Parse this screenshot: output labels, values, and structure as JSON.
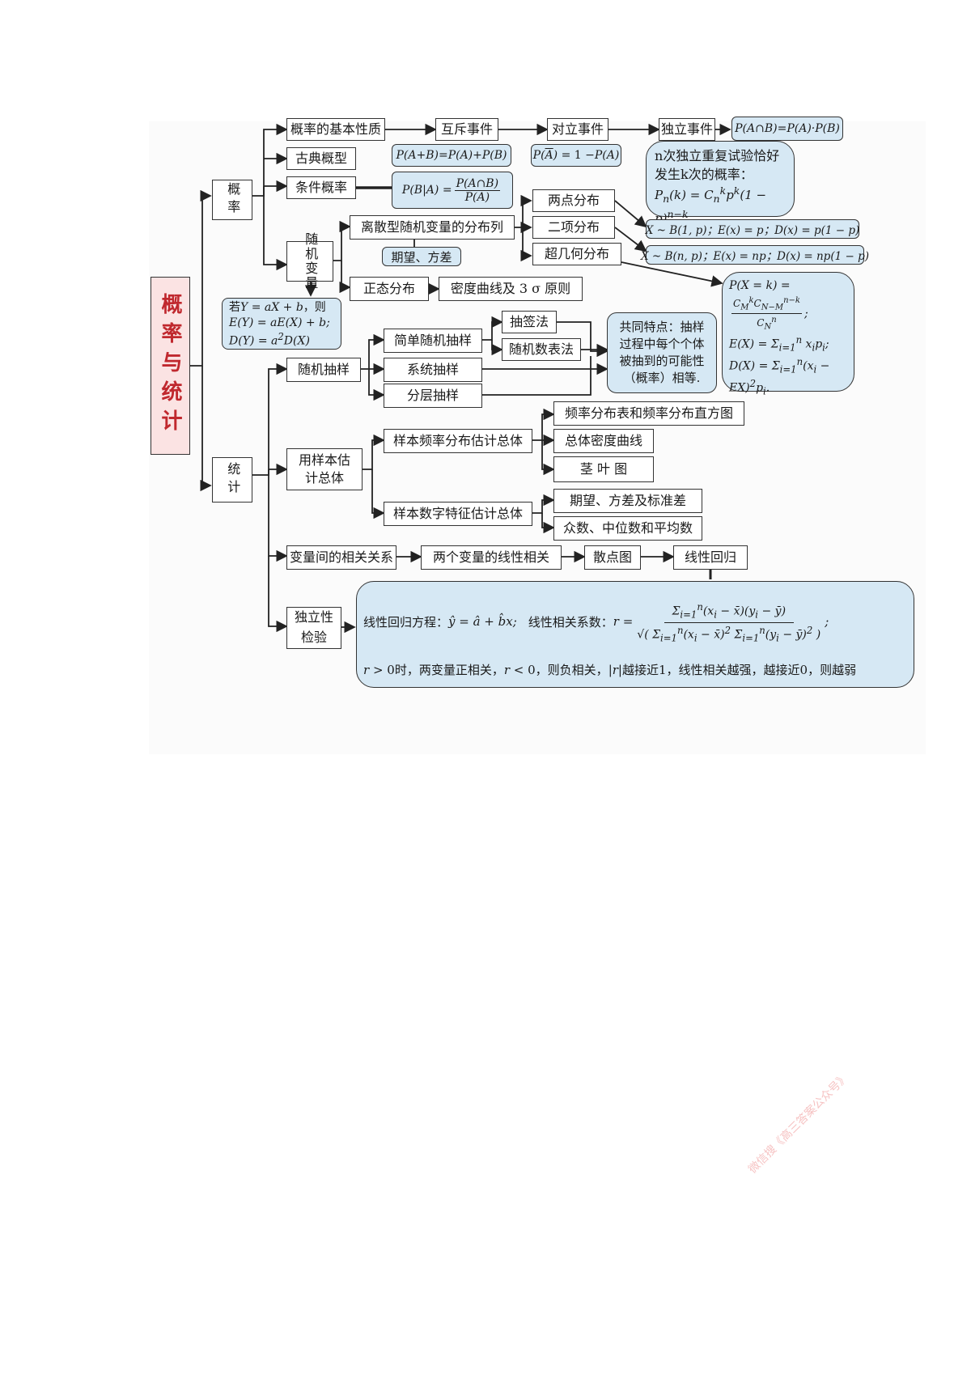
{
  "root": {
    "label": "概率与统计"
  },
  "level1": {
    "probability": "概率",
    "statistics": "统计"
  },
  "prob": {
    "basic_props": "概率的基本性质",
    "classical": "古典概型",
    "conditional": "条件概率",
    "random_var": "随机变量",
    "mutually_exclusive": "互斥事件",
    "complementary": "对立事件",
    "independent": "独立事件",
    "discrete_dist": "离散型随机变量的分布列",
    "expect_var": "期望、方差",
    "normal_dist": "正态分布",
    "density_curve": "密度曲线及 3 σ 原则",
    "two_point": "两点分布",
    "binomial": "二项分布",
    "hypergeometric": "超几何分布",
    "bernoulli_text": "n次独立重复试验恰好发生k次的概率：",
    "linear_rule_prefix": "若",
    "linear_rule_then": "，则"
  },
  "stat": {
    "random_sampling": "随机抽样",
    "estimate_pop": "用样本估计总体",
    "correlation": "变量间的相关关系",
    "independence_test": "独立性检验",
    "simple_random": "简单随机抽样",
    "systematic": "系统抽样",
    "stratified": "分层抽样",
    "lottery": "抽签法",
    "random_table": "随机数表法",
    "common_feature": "共同特点：抽样过程中每个个体被抽到的可能性（概率）相等.",
    "freq_estimate": "样本频率分布估计总体",
    "numeric_estimate": "样本数字特征估计总体",
    "freq_table": "频率分布表和频率分布直方图",
    "density": "总体密度曲线",
    "stem_leaf": "茎 叶 图",
    "mean_var_sd": "期望、方差及标准差",
    "mode_median_mean": "众数、中位数和平均数",
    "linear_corr": "两个变量的线性相关",
    "scatter": "散点图",
    "linear_reg": "线性回归",
    "reg_equation_label": "线性回归方程：",
    "corr_coef_label": "线性相关系数：",
    "corr_note_1": "时，两变量正相关，",
    "corr_note_2": "，则负相关，",
    "corr_note_3": "越接近1，线性相关越强，越接近0，则越弱"
  },
  "watermark": "微信搜《高三答案公众号》"
}
